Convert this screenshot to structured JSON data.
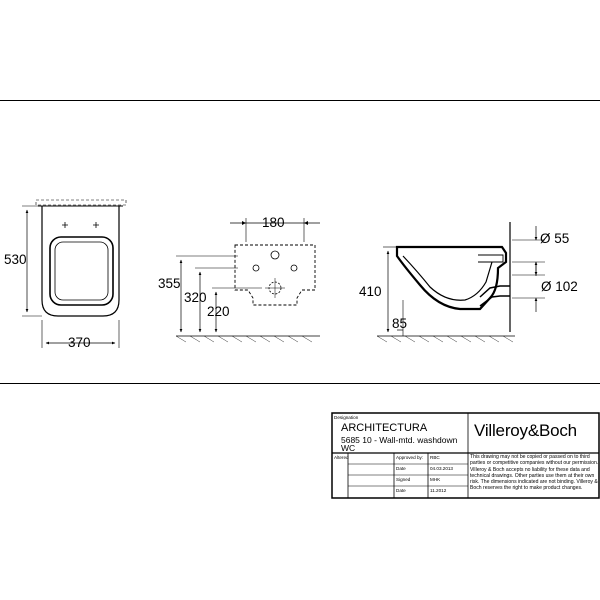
{
  "views": {
    "front": {
      "height_label": "530",
      "width_label": "370"
    },
    "top": {
      "width_label": "180",
      "dim_355": "355",
      "dim_320": "320",
      "dim_220": "220"
    },
    "side": {
      "height_label": "410",
      "dim_85": "85",
      "dia_55": "Ø 55",
      "dia_102": "Ø 102"
    }
  },
  "title_block": {
    "designation_label": "Designation",
    "product_name": "ARCHITECTURA",
    "product_desc_1": "5685 10 - Wall-mtd. washdown",
    "product_desc_2": "WC",
    "brand": "Villeroy&Boch",
    "altered_label": "Altered",
    "approved_label": "Approved by:",
    "approved_value": "RBC",
    "date_label_1": "Date",
    "date_value_1": "04.03.2013",
    "signed_label": "Signed",
    "signed_value": "MHK",
    "date_label_2": "Date",
    "date_value_2": "11.2012",
    "legal_note": "This drawing may not be copied or passed on to third parties or competitive companies without our permission. Villeroy & Boch accepts no liability for these data and technical drawings. Other parties use them at their own risk. The dimensions indicated are not binding. Villeroy & Boch reserves the right to make product changes."
  }
}
